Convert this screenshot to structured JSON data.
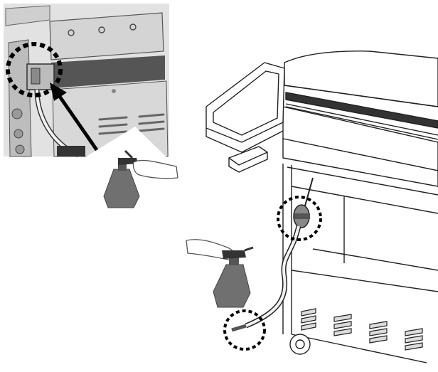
{
  "figure": {
    "panels": [
      {
        "id": "inset-closeup",
        "content": "grill-valve-connection-closeup"
      },
      {
        "id": "main-view",
        "content": "grill-side-cart-with-hose-and-regulator"
      }
    ],
    "icons": [
      "spray-bottle-icon",
      "hand-icon",
      "arrow-icon",
      "dashed-circle-callout-icon"
    ],
    "colors": {
      "line": "#222222",
      "inset_bg": "#e2e2e2",
      "bottle": "#707070",
      "callout": "#000000",
      "vent_fill": "#dcdcdc"
    }
  }
}
